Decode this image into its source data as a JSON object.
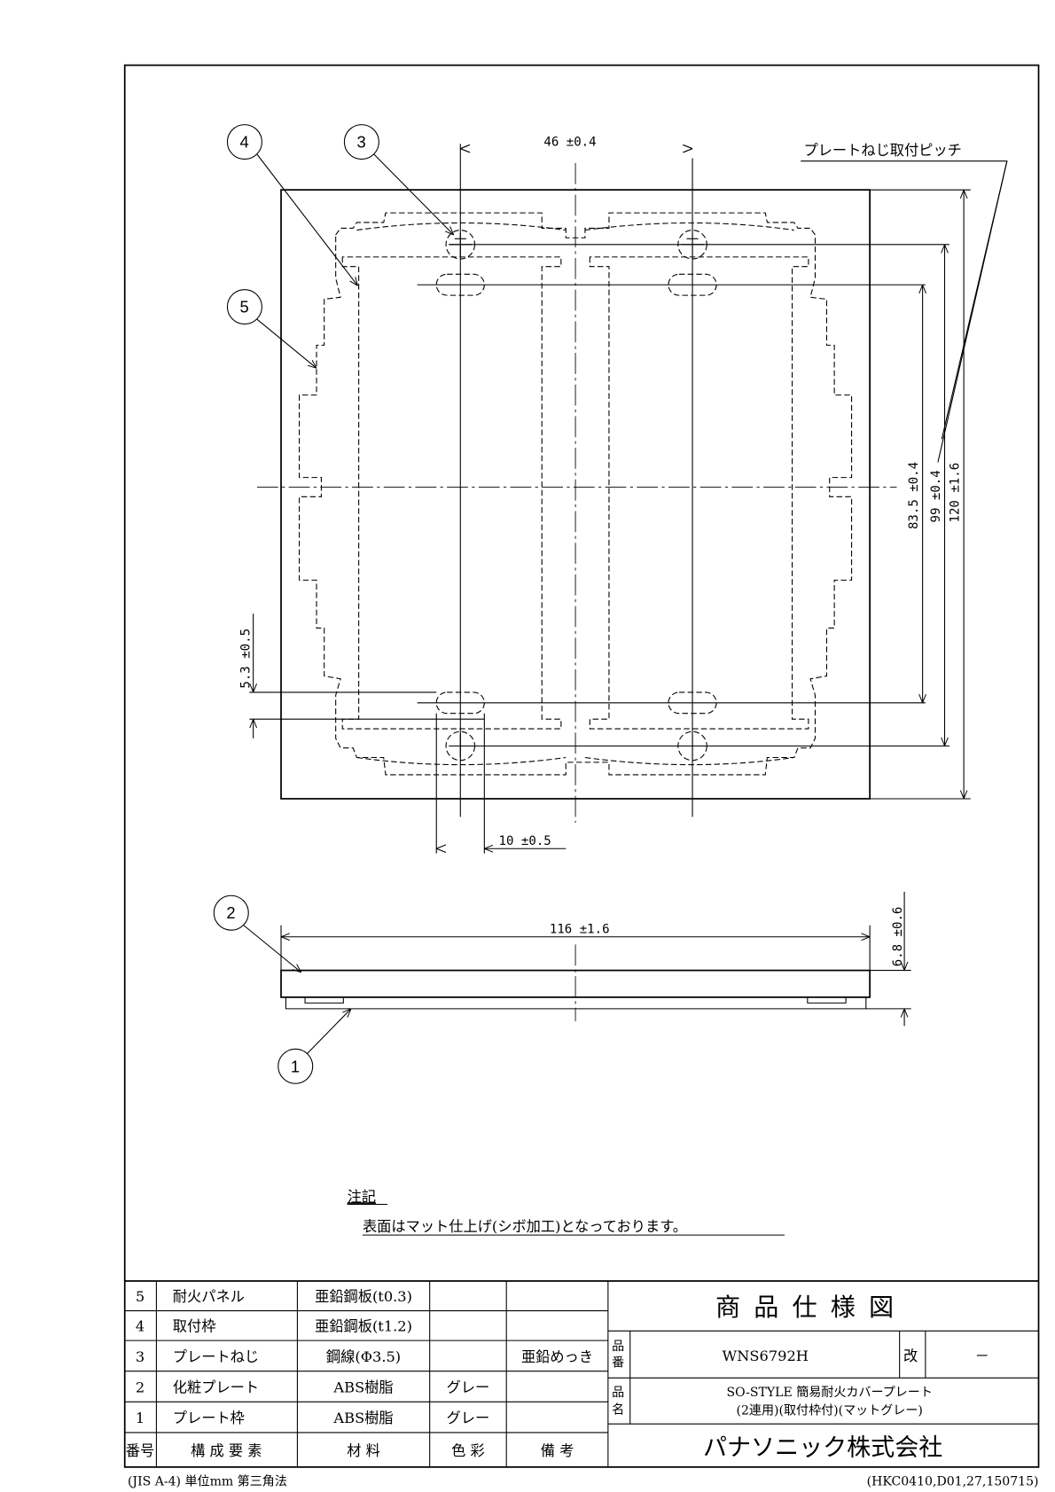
{
  "balloons": {
    "b1": "1",
    "b2": "2",
    "b3": "3",
    "b4": "4",
    "b5": "5"
  },
  "dimensions": {
    "screw_spacing_h": "46 ±0.4",
    "height_total": "120 ±1.6",
    "screw_pitch": "99 ±0.4",
    "slot_pitch": "83.5 ±0.4",
    "slot_offset": "5.3 ±0.5",
    "slot_width": "10 ±0.5",
    "width_total": "116 ±1.6",
    "thickness": "6.8 ±0.6"
  },
  "callout_pitch": "プレートねじ取付ピッチ",
  "notes": {
    "heading": "注記",
    "text": "表面はマット仕上げ(シボ加工)となっております。"
  },
  "parts_table": {
    "header": [
      "番号",
      "構 成 要 素",
      "材  料",
      "色  彩",
      "備  考"
    ],
    "rows": [
      [
        "5",
        "耐火パネル",
        "亜鉛鋼板(t0.3)",
        "",
        ""
      ],
      [
        "4",
        "取付枠",
        "亜鉛鋼板(t1.2)",
        "",
        ""
      ],
      [
        "3",
        "プレートねじ",
        "鋼線(Φ3.5)",
        "",
        "亜鉛めっき"
      ],
      [
        "2",
        "化粧プレート",
        "ABS樹脂",
        "グレー",
        ""
      ],
      [
        "1",
        "プレート枠",
        "ABS樹脂",
        "グレー",
        ""
      ]
    ]
  },
  "title_block": {
    "title": "商品仕様図",
    "part_no_label": "品番",
    "part_no": "WNS6792H",
    "rev_label": "改",
    "rev": "－",
    "name_label": "品名",
    "name_line1": "SO-STYLE 簡易耐火カバープレート",
    "name_line2": "(2連用)(取付枠付)(マットグレー)",
    "company": "パナソニック株式会社"
  },
  "footer": {
    "left": "(JIS A-4) 単位mm 第三角法",
    "right": "(HKC0410,D01,27,150715)"
  }
}
